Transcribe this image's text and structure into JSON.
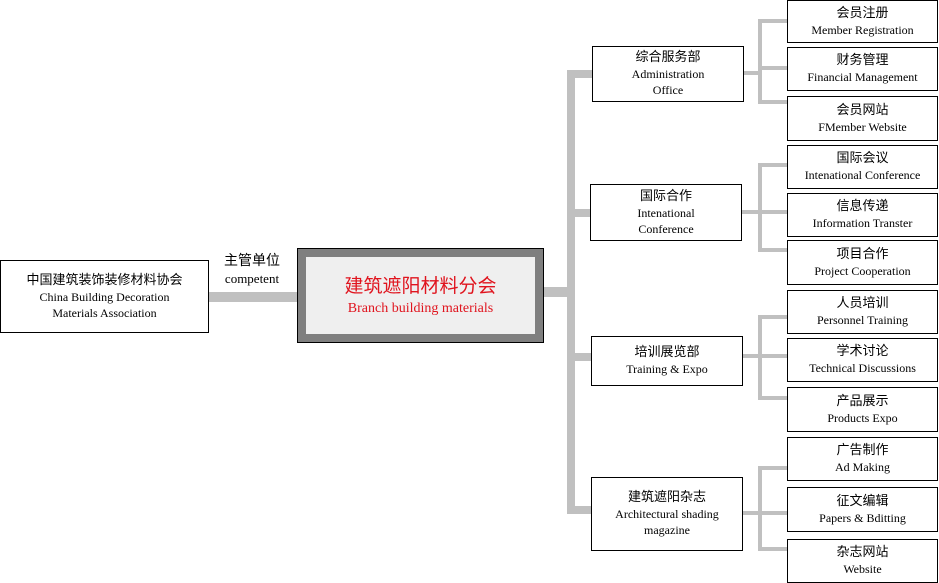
{
  "competent": {
    "zh": "主管单位",
    "en": "competent"
  },
  "association": {
    "zh": "中国建筑装饰装修材料协会",
    "en_line1": "China Building Decoration",
    "en_line2": "Materials Association"
  },
  "center": {
    "zh": "建筑遮阳材料分会",
    "en": "Branch building materials"
  },
  "departments": [
    {
      "zh": "综合服务部",
      "en_line1": "Administration",
      "en_line2": "Office",
      "children": [
        {
          "zh": "会员注册",
          "en": "Member Registration"
        },
        {
          "zh": "财务管理",
          "en": "Financial Management"
        },
        {
          "zh": "会员网站",
          "en": "FMember Website"
        }
      ]
    },
    {
      "zh": "国际合作",
      "en_line1": "Intenational",
      "en_line2": "Conference",
      "children": [
        {
          "zh": "国际会议",
          "en": "Intenational Conference"
        },
        {
          "zh": "信息传递",
          "en": "Information Transter"
        },
        {
          "zh": "项目合作",
          "en": "Project Cooperation"
        }
      ]
    },
    {
      "zh": "培训展览部",
      "en_line1": "Training & Expo",
      "en_line2": "",
      "children": [
        {
          "zh": "人员培训",
          "en": "Personnel Training"
        },
        {
          "zh": "学术讨论",
          "en": "Technical Discussions"
        },
        {
          "zh": "产品展示",
          "en": "Products Expo"
        }
      ]
    },
    {
      "zh": "建筑遮阳杂志",
      "en_line1": "Architectural shading",
      "en_line2": "magazine",
      "children": [
        {
          "zh": "广告制作",
          "en": "Ad Making"
        },
        {
          "zh": "征文编辑",
          "en": "Papers & Bditting"
        },
        {
          "zh": "杂志网站",
          "en": "Website"
        }
      ]
    }
  ]
}
